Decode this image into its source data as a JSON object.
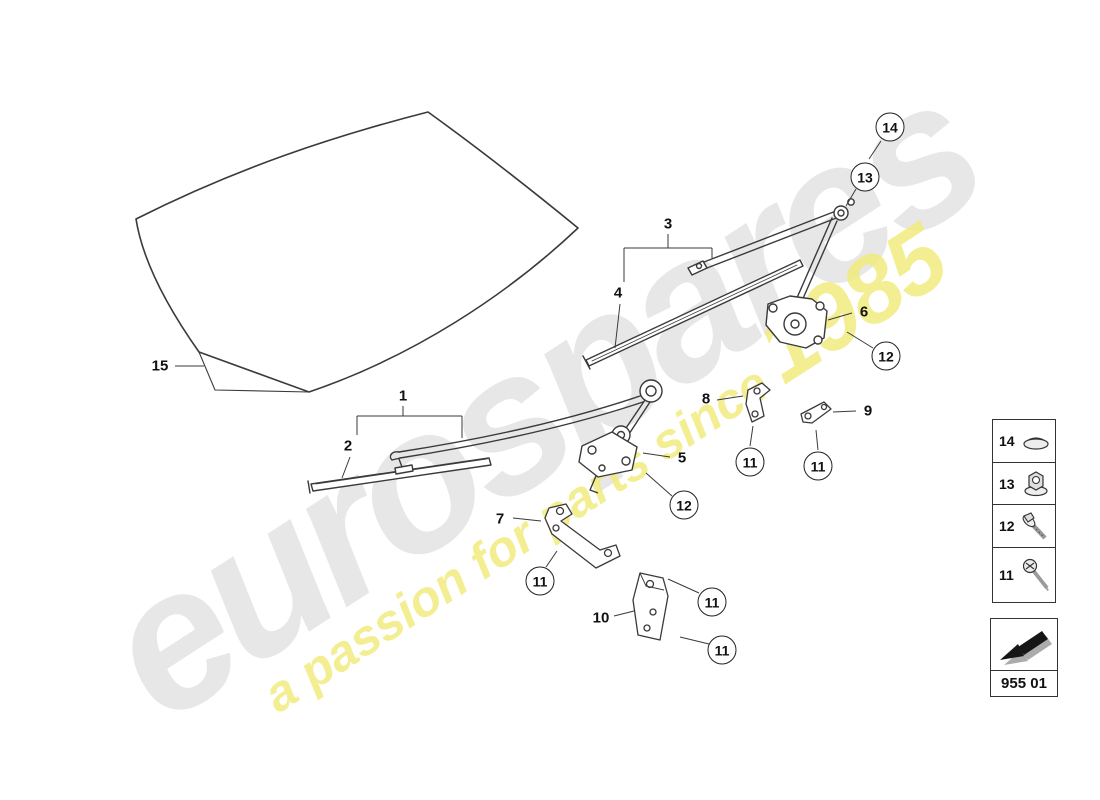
{
  "watermark": {
    "brand": "eurospares",
    "tagline": "a passion for parts since",
    "year": "1985",
    "brand_color": "#e7e7e7",
    "tagline_color": "#f1ec7e"
  },
  "callouts": {
    "n1": "1",
    "n2": "2",
    "n3": "3",
    "n4": "4",
    "n5": "5",
    "n6": "6",
    "n7": "7",
    "n8": "8",
    "n9": "9",
    "n10": "10",
    "n11": "11",
    "n12": "12",
    "n13": "13",
    "n14": "14",
    "n15": "15"
  },
  "legend": {
    "rows": [
      {
        "label": "14",
        "icon": "cap-icon"
      },
      {
        "label": "13",
        "icon": "flange-nut-icon"
      },
      {
        "label": "12",
        "icon": "flange-bolt-icon"
      },
      {
        "label": "11",
        "icon": "screw-icon"
      }
    ]
  },
  "code_box": {
    "code": "955 01",
    "icon": "direction-arrow-icon"
  }
}
